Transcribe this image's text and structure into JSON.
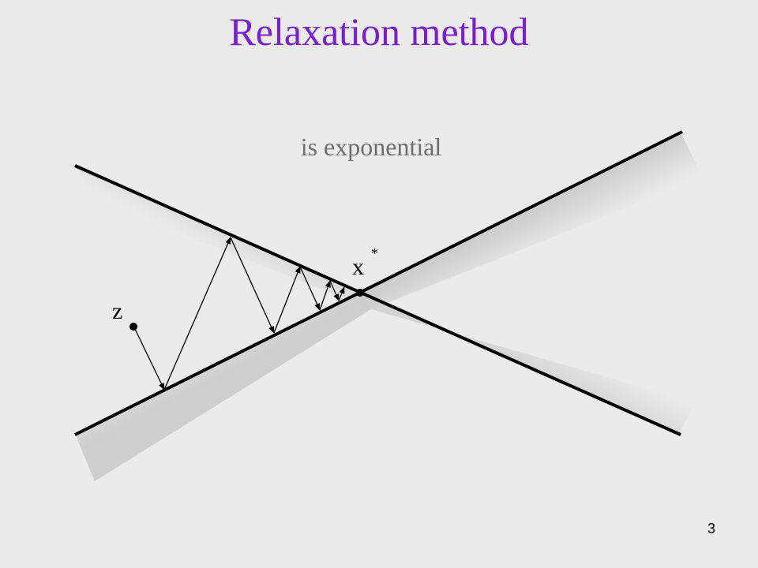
{
  "slide": {
    "title": "Relaxation method",
    "subtitle": "is exponential",
    "page_number": "3"
  },
  "diagram": {
    "point_z_label": "z",
    "point_xstar_label": "x",
    "point_xstar_superscript": "*",
    "colors": {
      "title": "#7a1fcf",
      "subtitle": "#6e6e6e",
      "lines": "#000000",
      "background": "#ebebeb"
    }
  }
}
